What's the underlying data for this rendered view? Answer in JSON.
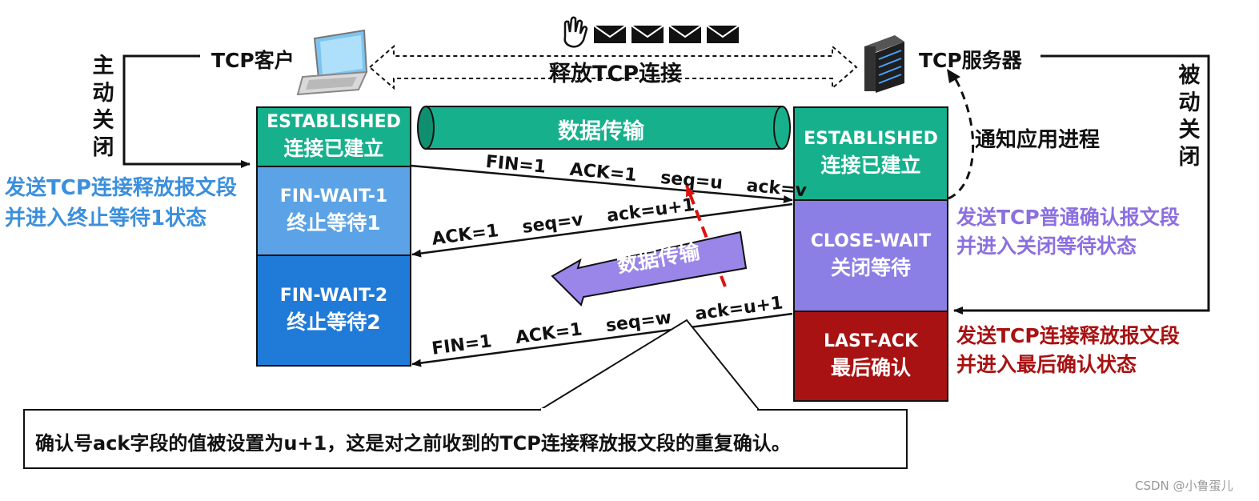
{
  "colors": {
    "established": "#16b18c",
    "fin_wait_1": "#5ba3e6",
    "fin_wait_2": "#1f7ad8",
    "close_wait": "#8b7ee4",
    "last_ack": "#a81212",
    "client_note": "#3b8fdc",
    "server_note": "#8c6fe0",
    "last_ack_note": "#a81212",
    "data_pipe": "#16b18c",
    "data_arrow": "#9a86e8"
  },
  "header": {
    "client_label": "TCP客户",
    "server_label": "TCP服务器",
    "release_label": "释放TCP连接",
    "icons": [
      "hand-icon",
      "envelope-icon",
      "envelope-icon",
      "envelope-icon",
      "envelope-icon"
    ]
  },
  "left_side": {
    "active_close": "主动关闭",
    "note_line1": "发送TCP连接释放报文段",
    "note_line2": "并进入终止等待1状态"
  },
  "right_side": {
    "passive_close": "被动关闭",
    "notify_app": "通知应用进程",
    "note1_line1": "发送TCP普通确认报文段",
    "note1_line2": "并进入关闭等待状态",
    "note2_line1": "发送TCP连接释放报文段",
    "note2_line2": "并进入最后确认状态"
  },
  "client_states": [
    {
      "en": "ESTABLISHED",
      "zh": "连接已建立"
    },
    {
      "en": "FIN-WAIT-1",
      "zh": "终止等待1"
    },
    {
      "en": "FIN-WAIT-2",
      "zh": "终止等待2"
    }
  ],
  "server_states": [
    {
      "en": "ESTABLISHED",
      "zh": "连接已建立"
    },
    {
      "en": "CLOSE-WAIT",
      "zh": "关闭等待"
    },
    {
      "en": "LAST-ACK",
      "zh": "最后确认"
    }
  ],
  "data_transfer_label": "数据传输",
  "data_transfer_label_2": "数据传输",
  "messages": {
    "fin1": {
      "fin": "FIN=1",
      "ack_flag": "ACK=1",
      "seq": "seq=u",
      "ack": "ack=v"
    },
    "ack1": {
      "ack_flag": "ACK=1",
      "seq": "seq=v",
      "ack": "ack=u+1"
    },
    "fin2": {
      "fin": "FIN=1",
      "ack_flag": "ACK=1",
      "seq": "seq=w",
      "ack": "ack=u+1"
    }
  },
  "callout": "确认号ack字段的值被设置为u+1，这是对之前收到的TCP连接释放报文段的重复确认。",
  "watermark": "CSDN @小鲁蛋儿"
}
